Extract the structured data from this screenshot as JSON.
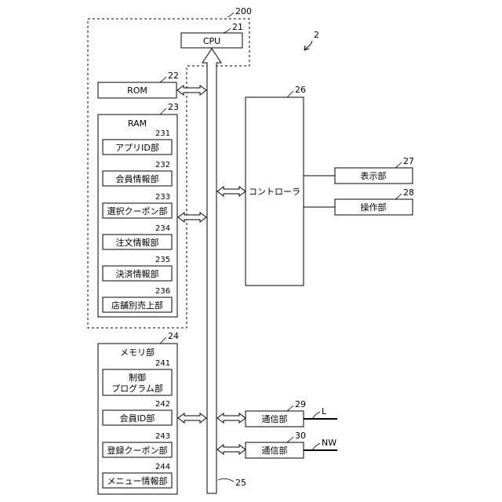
{
  "diagram": {
    "figure_ref": "2",
    "bus_ref": "25",
    "blocks": {
      "b200": {
        "ref": "200",
        "label": ""
      },
      "cpu": {
        "ref": "21",
        "label": "CPU"
      },
      "rom": {
        "ref": "22",
        "label": "ROM"
      },
      "ram": {
        "ref": "23",
        "label": "RAM"
      },
      "app_id": {
        "ref": "231",
        "label": "アプリID部"
      },
      "member_info": {
        "ref": "232",
        "label": "会員情報部"
      },
      "selected_coupon": {
        "ref": "233",
        "label": "選択クーポン部"
      },
      "order_info": {
        "ref": "234",
        "label": "注文情報部"
      },
      "payment_info": {
        "ref": "235",
        "label": "決済情報部"
      },
      "store_sales": {
        "ref": "236",
        "label": "店舗別売上部"
      },
      "memory": {
        "ref": "24",
        "label": "メモリ部"
      },
      "control_program": {
        "ref": "241",
        "label": "制御",
        "label2": "プログラム部"
      },
      "member_id": {
        "ref": "242",
        "label": "会員ID部"
      },
      "registered_coupon": {
        "ref": "243",
        "label": "登録クーポン部"
      },
      "menu_info": {
        "ref": "244",
        "label": "メニュー情報部"
      },
      "controller": {
        "ref": "26",
        "label": "コントローラ"
      },
      "display": {
        "ref": "27",
        "label": "表示部"
      },
      "operation": {
        "ref": "28",
        "label": "操作部"
      },
      "comm1": {
        "ref": "29",
        "label": "通信部",
        "line_label": "L"
      },
      "comm2": {
        "ref": "30",
        "label": "通信部",
        "line_label": "NW"
      }
    }
  }
}
